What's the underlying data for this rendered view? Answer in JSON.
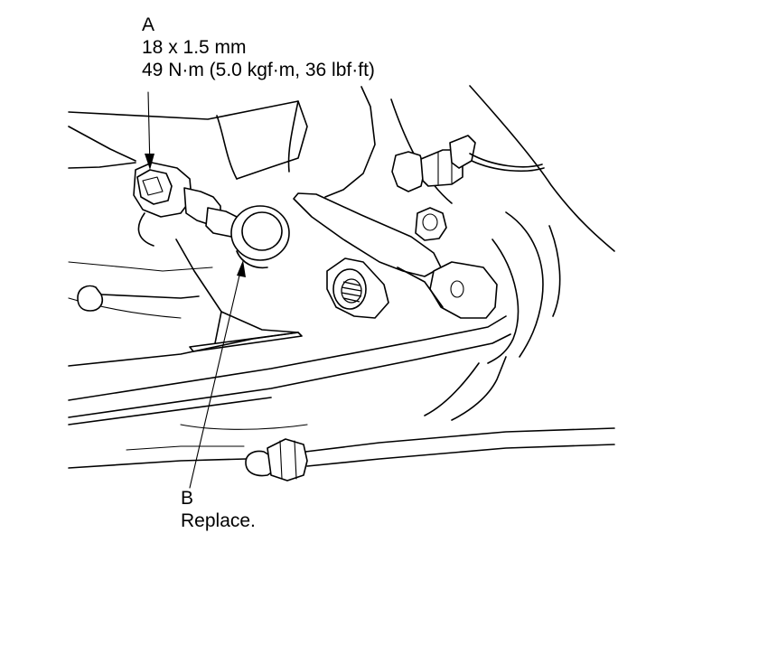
{
  "callouts": {
    "a": {
      "letter": "A",
      "size": "18 x 1.5 mm",
      "torque": "49 N·m (5.0 kgf·m, 36 lbf·ft)"
    },
    "b": {
      "letter": "B",
      "note": "Replace."
    }
  }
}
